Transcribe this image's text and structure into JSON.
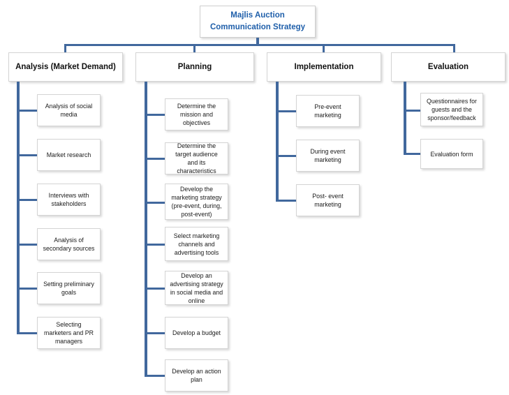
{
  "diagram": {
    "type": "organization-tree",
    "accent_color": "#41689d",
    "title_text_color": "#1f5faa",
    "background": "#ffffff",
    "root": {
      "label": "Majlis Auction\nCommunication Strategy",
      "line1": "Majlis Auction",
      "line2": "Communication Strategy"
    },
    "branches": [
      {
        "id": "analysis",
        "label": "Analysis (Market Demand)",
        "children": [
          {
            "label": "Analysis of social media"
          },
          {
            "label": "Market research"
          },
          {
            "label": "Interviews with stakeholders"
          },
          {
            "label": "Analysis of secondary sources"
          },
          {
            "label": "Setting preliminary goals"
          },
          {
            "label": "Selecting marketers and PR managers"
          }
        ]
      },
      {
        "id": "planning",
        "label": "Planning",
        "children": [
          {
            "label": "Determine the mission and objectives"
          },
          {
            "label": "Determine the target audience and its characteristics"
          },
          {
            "label": "Develop the marketing strategy (pre-event, during, post-event)"
          },
          {
            "label": "Select marketing channels and advertising tools"
          },
          {
            "label": "Develop an advertising strategy in social media and online"
          },
          {
            "label": "Develop a budget"
          },
          {
            "label": "Develop an action plan"
          }
        ]
      },
      {
        "id": "implementation",
        "label": "Implementation",
        "children": [
          {
            "label": "Pre-event marketing"
          },
          {
            "label": "During event marketing"
          },
          {
            "label": "Post- event marketing"
          }
        ]
      },
      {
        "id": "evaluation",
        "label": "Evaluation",
        "children": [
          {
            "label": "Questionnaires for guests and the sponsor/feedback"
          },
          {
            "label": "Evaluation form"
          }
        ]
      }
    ]
  }
}
